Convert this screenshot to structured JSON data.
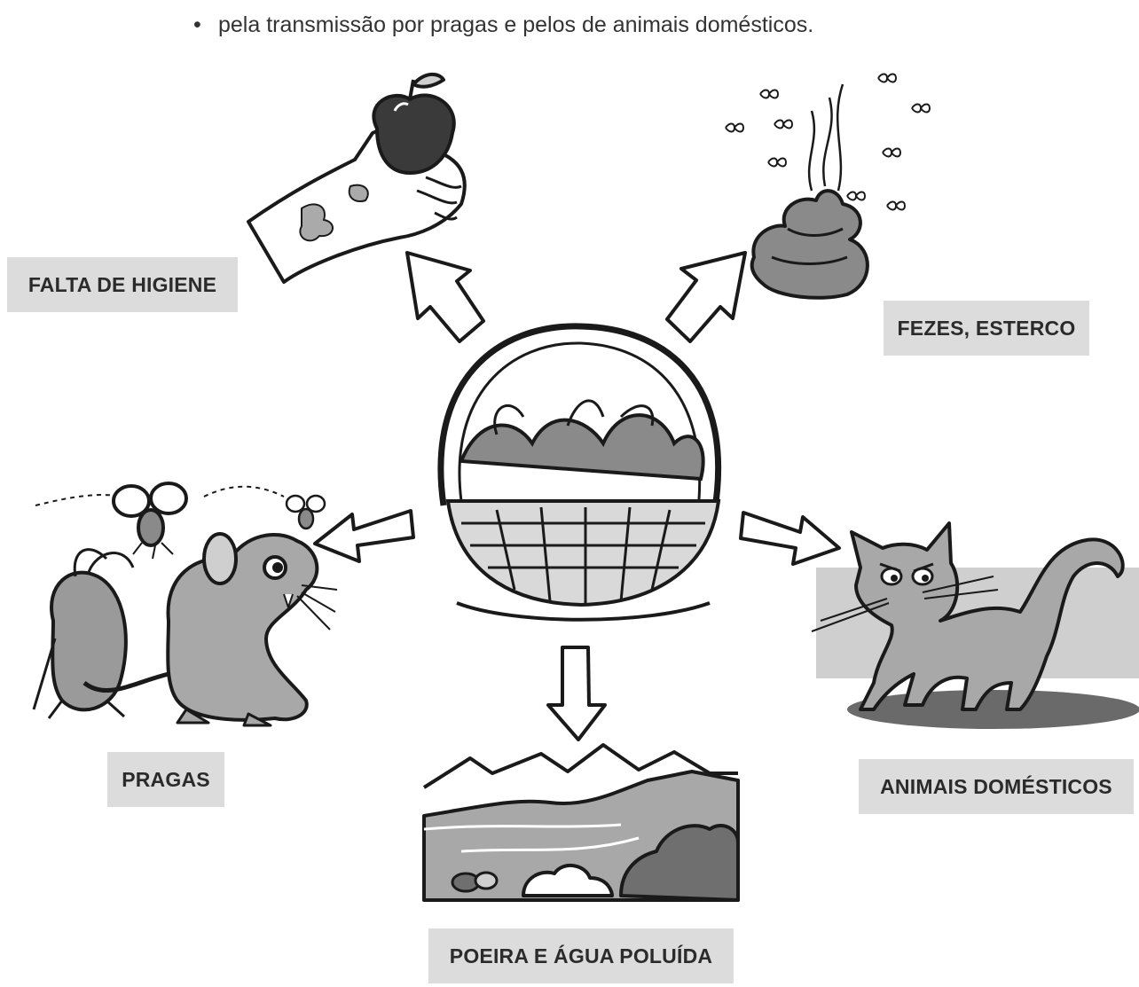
{
  "bullet": {
    "marker": "•",
    "text": "pela transmissão por pragas e pelos de animais domésticos."
  },
  "labels": {
    "falta_higiene": "FALTA DE HIGIENE",
    "fezes": "FEZES, ESTERCO",
    "pragas": "PRAGAS",
    "animais": "ANIMAIS DOMÉSTICOS",
    "poeira": "POEIRA E ÁGUA POLUÍDA"
  },
  "colors": {
    "label_bg": "#dcdcdc",
    "line": "#1a1a1a",
    "gray_fill": "#9a9a9a",
    "light_fill": "#cfcfcf"
  }
}
